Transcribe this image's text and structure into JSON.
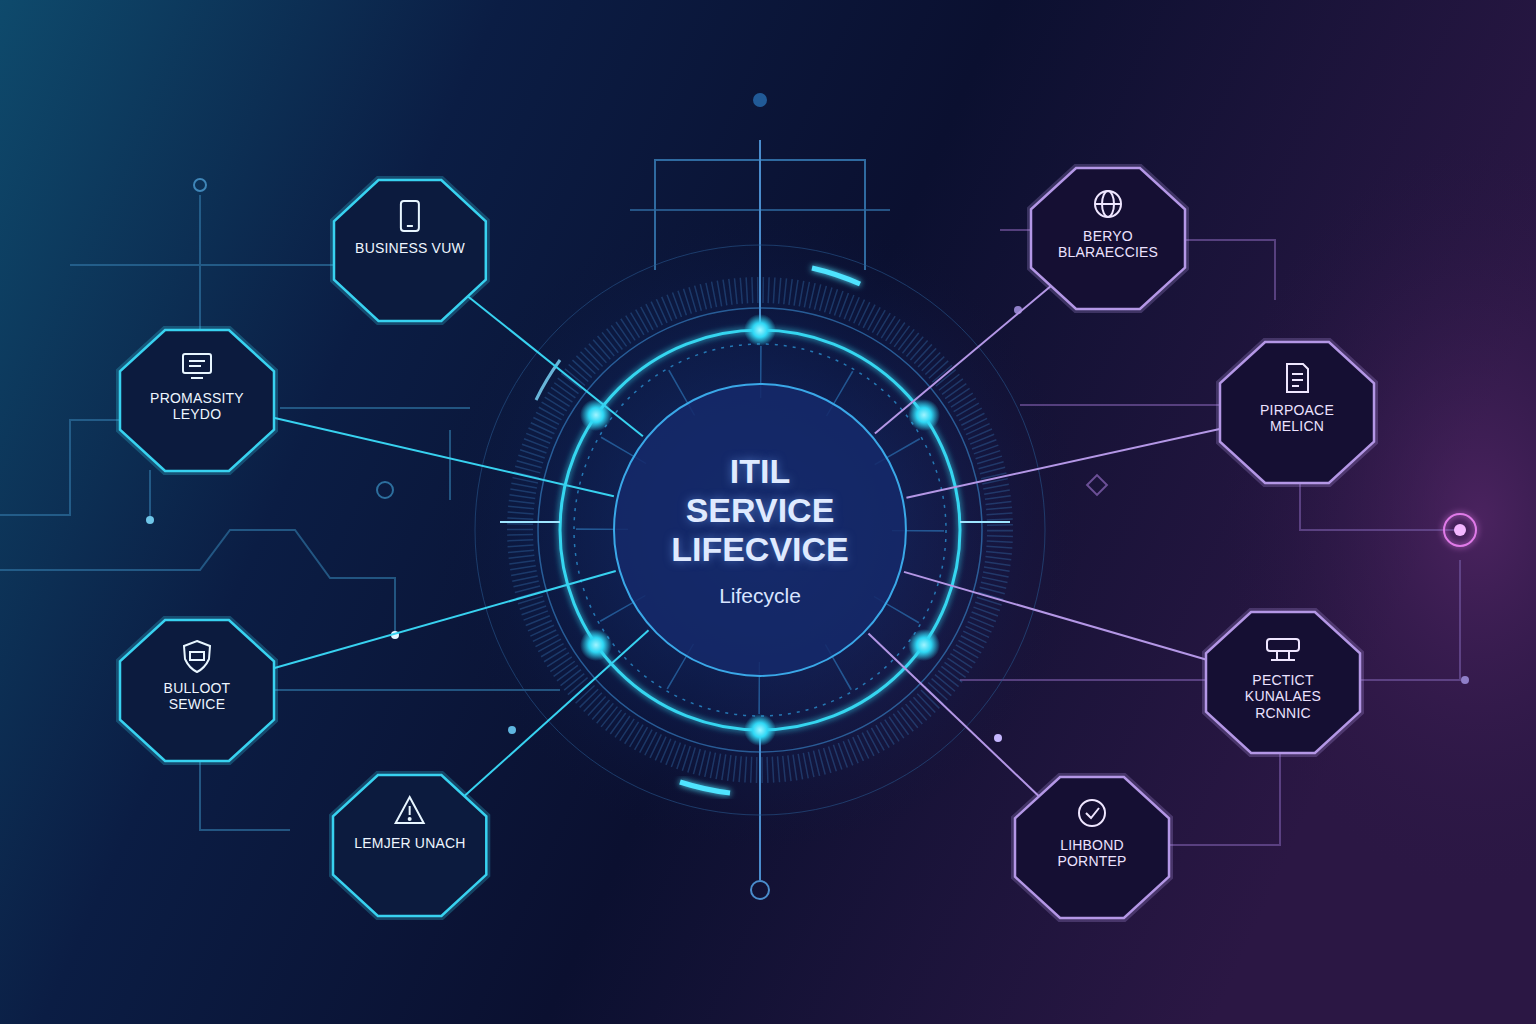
{
  "diagram": {
    "nodes": [
      {
        "text": [
          "BUSINESS VUW"
        ]
      },
      {
        "text": [
          "BERYO BLARAECCIES"
        ]
      },
      {
        "text": [
          "PROMASSITY LEYDO"
        ]
      },
      {
        "text": [
          "PIRPOACE MELICN"
        ]
      },
      {
        "text": [
          "ITIL SERVICE LIFECVICE",
          "Lifecycle"
        ]
      },
      {
        "text": [
          "BULLOOT SEWICE"
        ]
      },
      {
        "text": [
          "PECTICT KUNALAES RCNNIC"
        ]
      },
      {
        "text": [
          "LEMJER UNACH"
        ]
      },
      {
        "text": [
          "LIHBOND PORNTEP"
        ]
      }
    ],
    "edges": [
      {
        "from": 0,
        "to": 4,
        "arrow": "none"
      },
      {
        "from": 1,
        "to": 4,
        "arrow": "none"
      },
      {
        "from": 2,
        "to": 4,
        "arrow": "none"
      },
      {
        "from": 3,
        "to": 4,
        "arrow": "none"
      },
      {
        "from": 5,
        "to": 4,
        "arrow": "none"
      },
      {
        "from": 6,
        "to": 4,
        "arrow": "none"
      },
      {
        "from": 7,
        "to": 4,
        "arrow": "none"
      },
      {
        "from": 8,
        "to": 4,
        "arrow": "none"
      }
    ]
  }
}
